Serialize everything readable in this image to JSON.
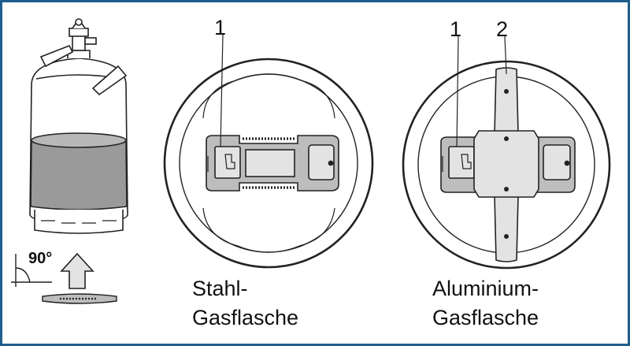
{
  "figure": {
    "angle_label": "90°",
    "callouts": {
      "steel_plate": "1",
      "alu_plate": "1",
      "alu_bracket": "2"
    },
    "steel_caption": {
      "line1": "Stahl-",
      "line2": "Gasflasche"
    },
    "alu_caption": {
      "line1": "Aluminium-",
      "line2": "Gasflasche"
    },
    "colors": {
      "frame": "#1f5e8c",
      "fill_dark": "#9a9a9a",
      "fill_mid": "#bdbdbd",
      "fill_light": "#e3e3e3",
      "stroke": "#222222"
    }
  }
}
